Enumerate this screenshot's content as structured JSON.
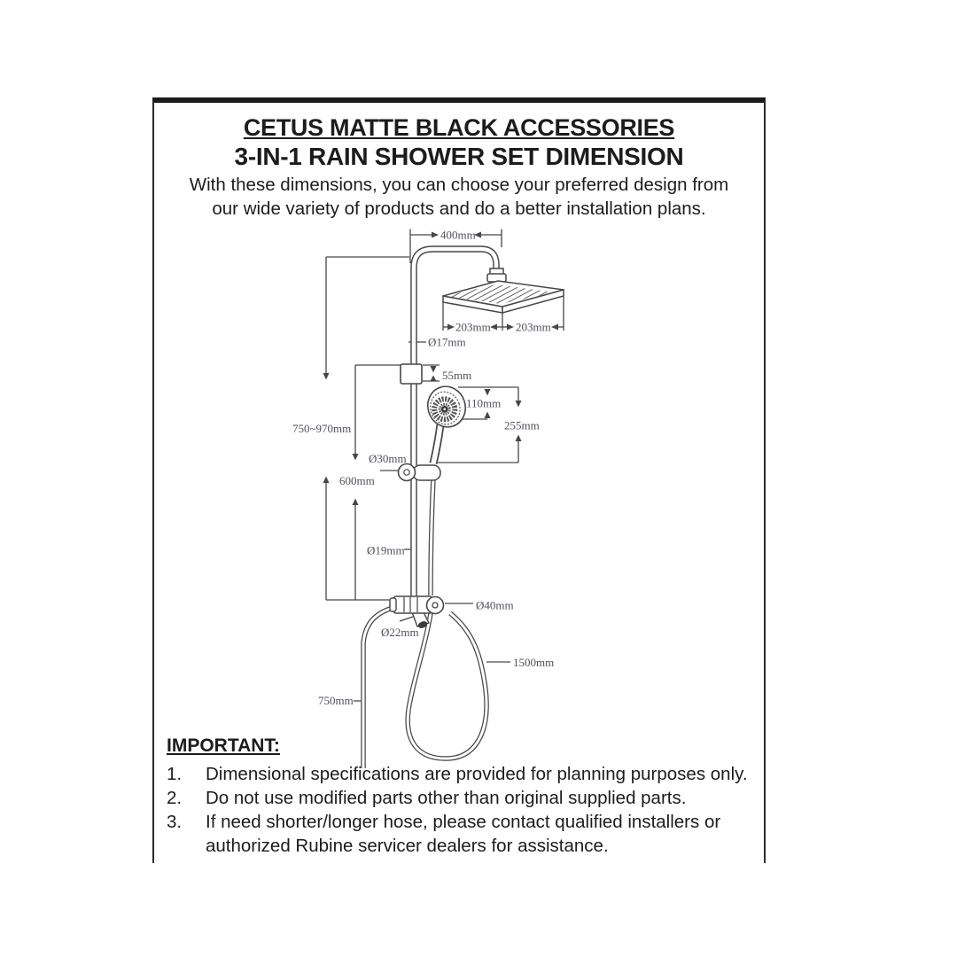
{
  "header": {
    "title_line1": "CETUS MATTE BLACK ACCESSORIES",
    "title_line2": "3-IN-1 RAIN SHOWER SET DIMENSION",
    "subtitle_line1": "With these dimensions, you can choose your preferred design from",
    "subtitle_line2": "our wide variety of products and do a better installation plans."
  },
  "diagram": {
    "labels": {
      "arm_length": "400mm",
      "head_width_left": "203mm",
      "head_width_right": "203mm",
      "pipe_dia_top": "Ø17mm",
      "bracket_height": "55mm",
      "hand_shower_dia": "110mm",
      "hand_shower_length": "255mm",
      "adjustable_height": "750~970mm",
      "slider_dia": "Ø30mm",
      "slide_bar_length": "600mm",
      "pipe_dia_bottom": "Ø19mm",
      "diverter_dia": "Ø40mm",
      "outlet_dia": "Ø22mm",
      "hose_length": "1500mm",
      "lower_pipe_length": "750mm"
    }
  },
  "notes": {
    "heading": "IMPORTANT:",
    "items": [
      {
        "num": "1.",
        "text": "Dimensional specifications are provided for planning purposes only."
      },
      {
        "num": "2.",
        "text": "Do not use modified parts other than original supplied parts."
      },
      {
        "num": "3.",
        "text": "If need shorter/longer hose, please contact qualified installers or authorized Rubine servicer dealers for assistance."
      }
    ]
  },
  "colors": {
    "ink": "#1c1c1c",
    "drawing_line": "#474747",
    "dimension_text": "#50505c",
    "border": "#1a1a1a"
  }
}
